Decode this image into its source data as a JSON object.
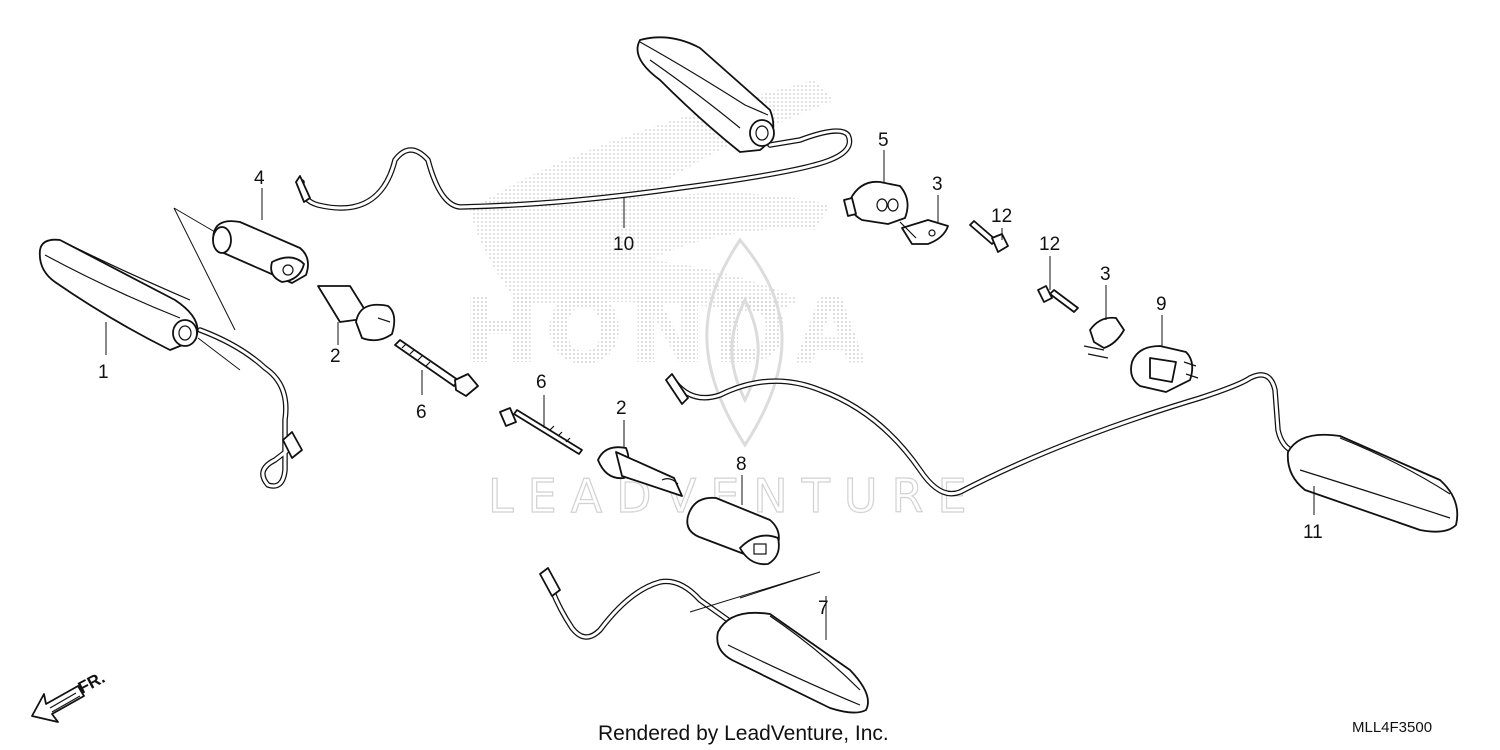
{
  "diagram": {
    "callouts": [
      {
        "id": "c1",
        "text": "1"
      },
      {
        "id": "c2a",
        "text": "2"
      },
      {
        "id": "c2b",
        "text": "2"
      },
      {
        "id": "c3a",
        "text": "3"
      },
      {
        "id": "c3b",
        "text": "3"
      },
      {
        "id": "c4",
        "text": "4"
      },
      {
        "id": "c5",
        "text": "5"
      },
      {
        "id": "c6a",
        "text": "6"
      },
      {
        "id": "c6b",
        "text": "6"
      },
      {
        "id": "c7",
        "text": "7"
      },
      {
        "id": "c8",
        "text": "8"
      },
      {
        "id": "c9",
        "text": "9"
      },
      {
        "id": "c10",
        "text": "10"
      },
      {
        "id": "c11",
        "text": "11"
      },
      {
        "id": "c12a",
        "text": "12"
      },
      {
        "id": "c12b",
        "text": "12"
      }
    ],
    "direction_label": "FR.",
    "footer": "Rendered by LeadVenture, Inc.",
    "diagram_code": "MLL4F3500",
    "watermark": {
      "brand": "HONDA",
      "vendor": "LEADVENTURE"
    },
    "colors": {
      "ink": "#111111",
      "watermark": "#d2d2d2",
      "background": "#ffffff"
    }
  }
}
